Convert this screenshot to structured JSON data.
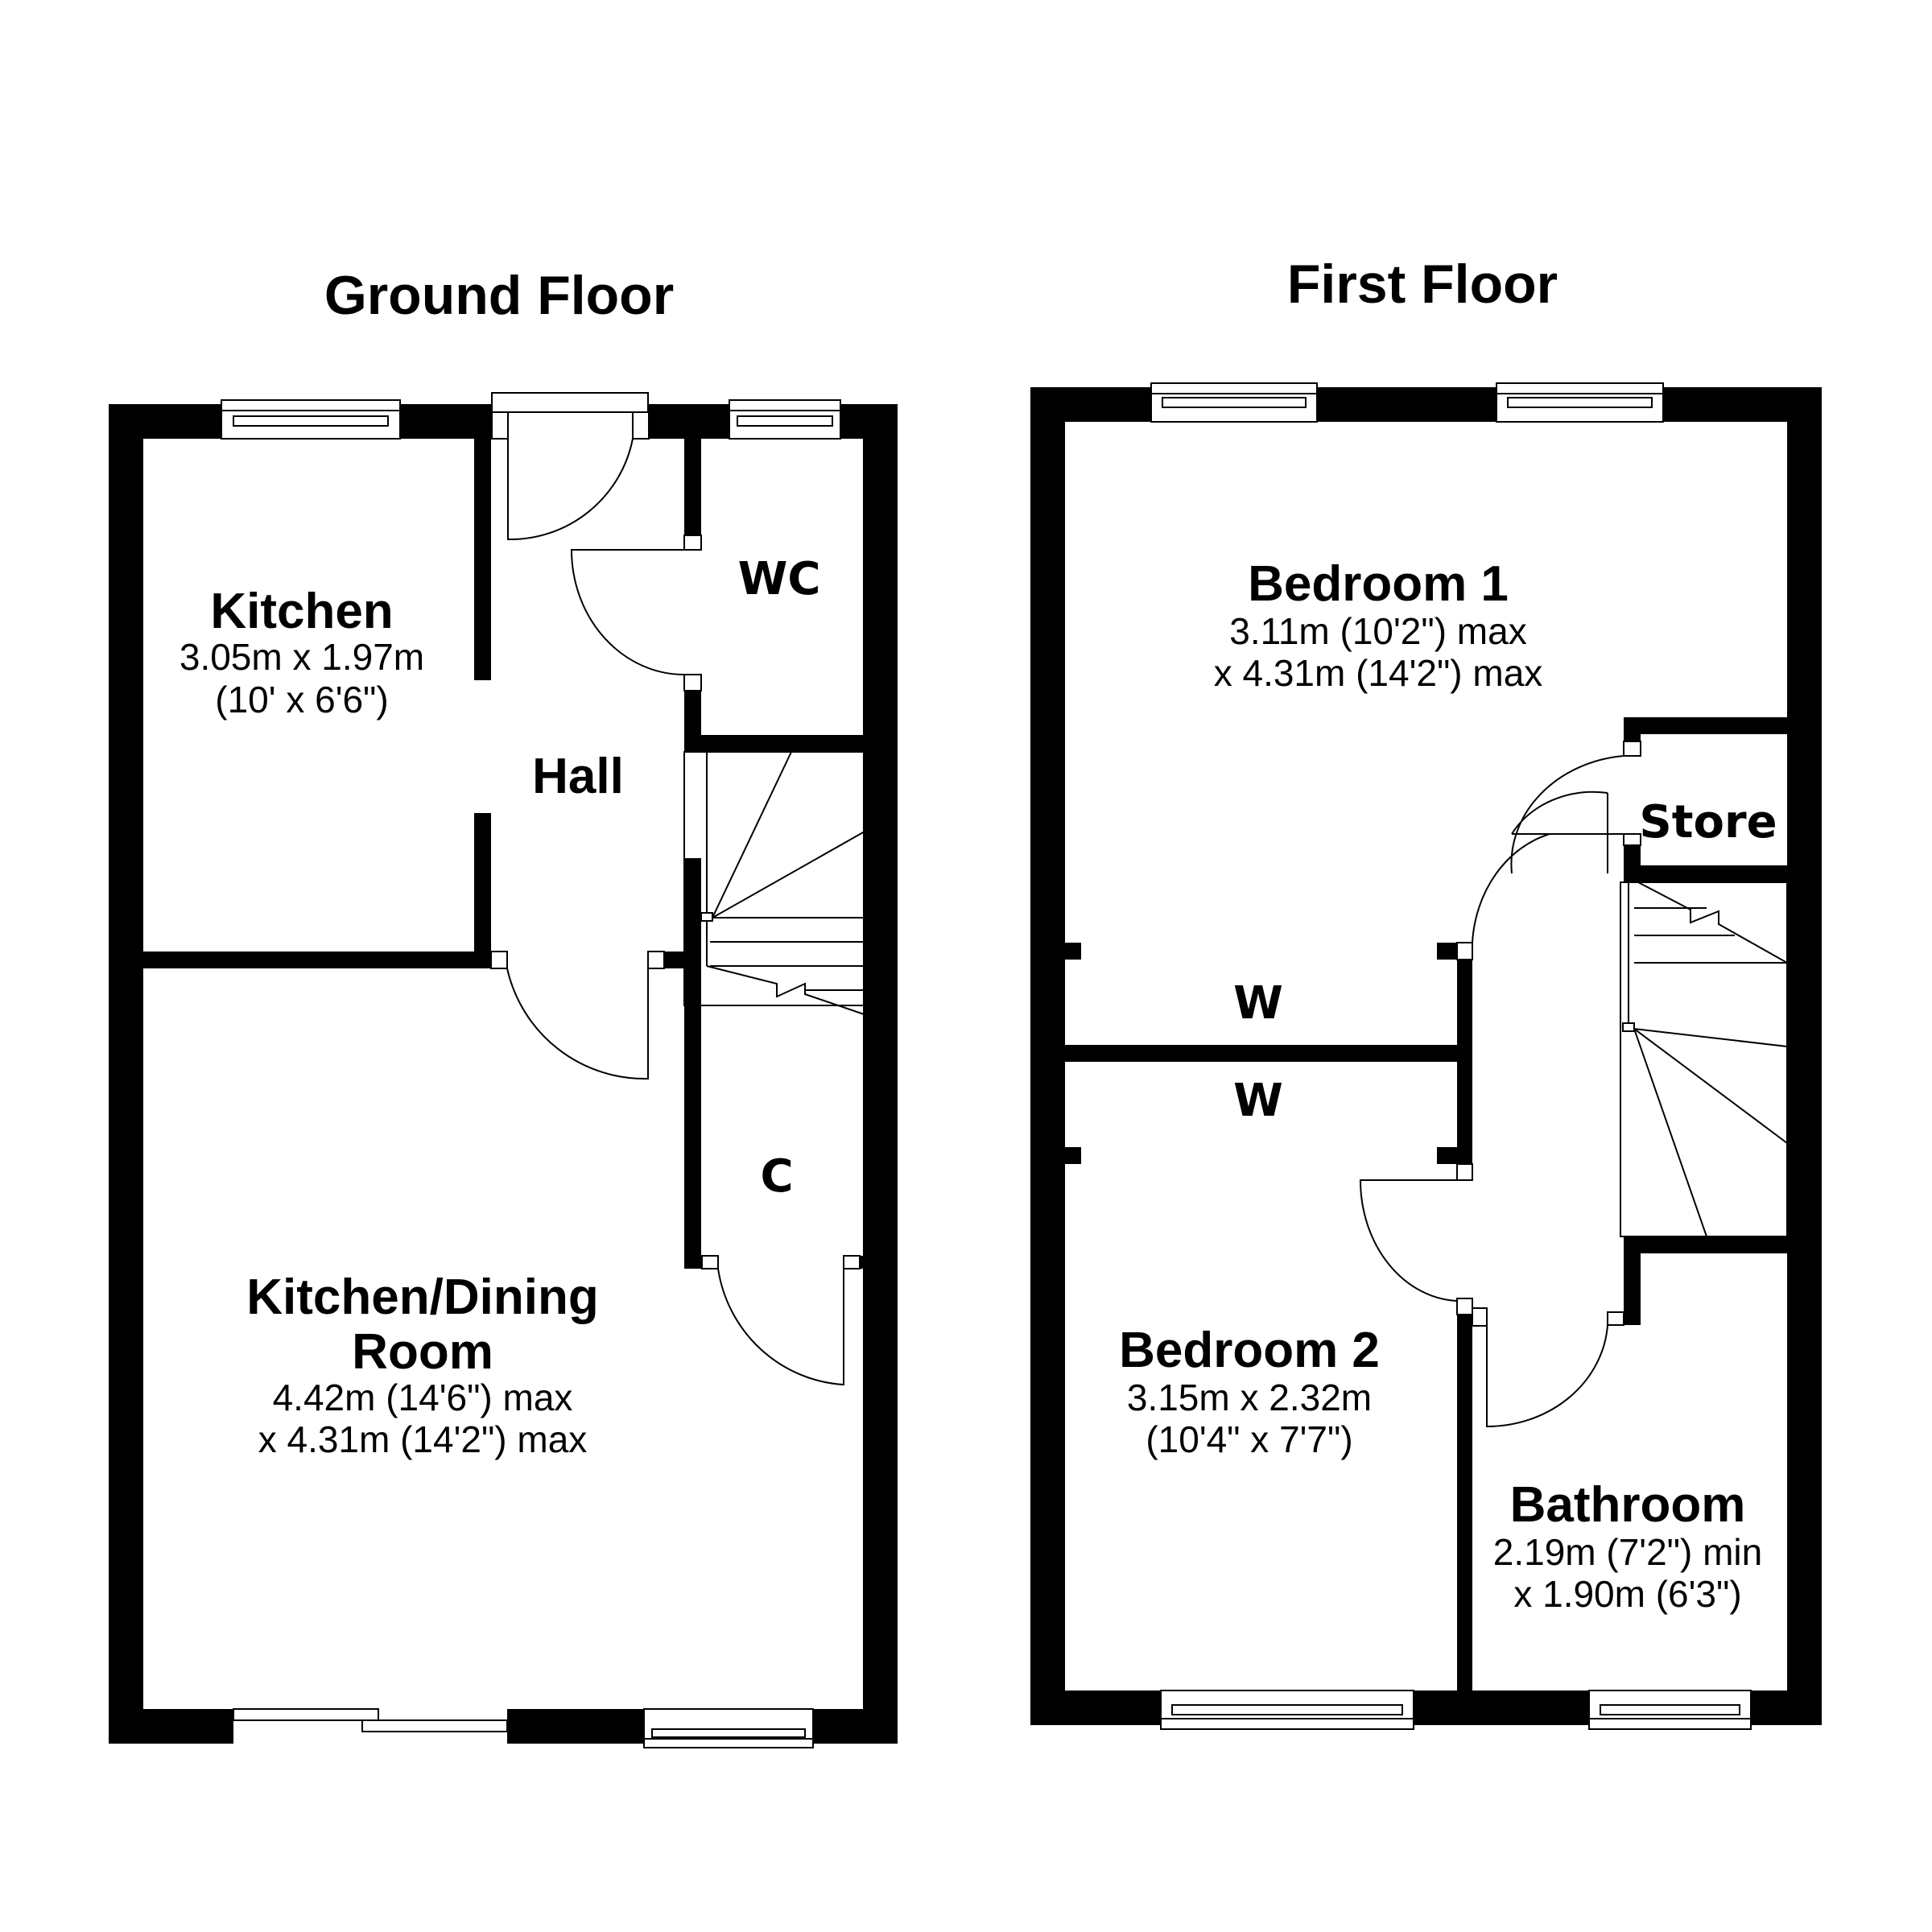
{
  "ground_floor": {
    "title": "Ground Floor",
    "rooms": {
      "kitchen": {
        "name": "Kitchen",
        "dim1": "3.05m x 1.97m",
        "dim2": "(10' x 6'6\")"
      },
      "hall": {
        "name": "Hall"
      },
      "wc": {
        "name": "WC"
      },
      "cupboard": {
        "name": "C"
      },
      "kitchen_dining": {
        "name_line1": "Kitchen/Dining",
        "name_line2": "Room",
        "dim1": "4.42m (14'6\") max",
        "dim2": "x 4.31m (14'2\") max"
      }
    }
  },
  "first_floor": {
    "title": "First Floor",
    "rooms": {
      "bedroom1": {
        "name": "Bedroom 1",
        "dim1": "3.11m (10'2\") max",
        "dim2": "x 4.31m (14'2\") max"
      },
      "store": {
        "name": "Store"
      },
      "wardrobe_top": {
        "name": "W"
      },
      "wardrobe_bottom": {
        "name": "W"
      },
      "bedroom2": {
        "name": "Bedroom 2",
        "dim1": "3.15m x 2.32m",
        "dim2": "(10'4\" x 7'7\")"
      },
      "bathroom": {
        "name": "Bathroom",
        "dim1": "2.19m (7'2\") min",
        "dim2": "x 1.90m (6'3\")"
      }
    }
  },
  "colors": {
    "wall": "#000000",
    "background": "#ffffff"
  }
}
